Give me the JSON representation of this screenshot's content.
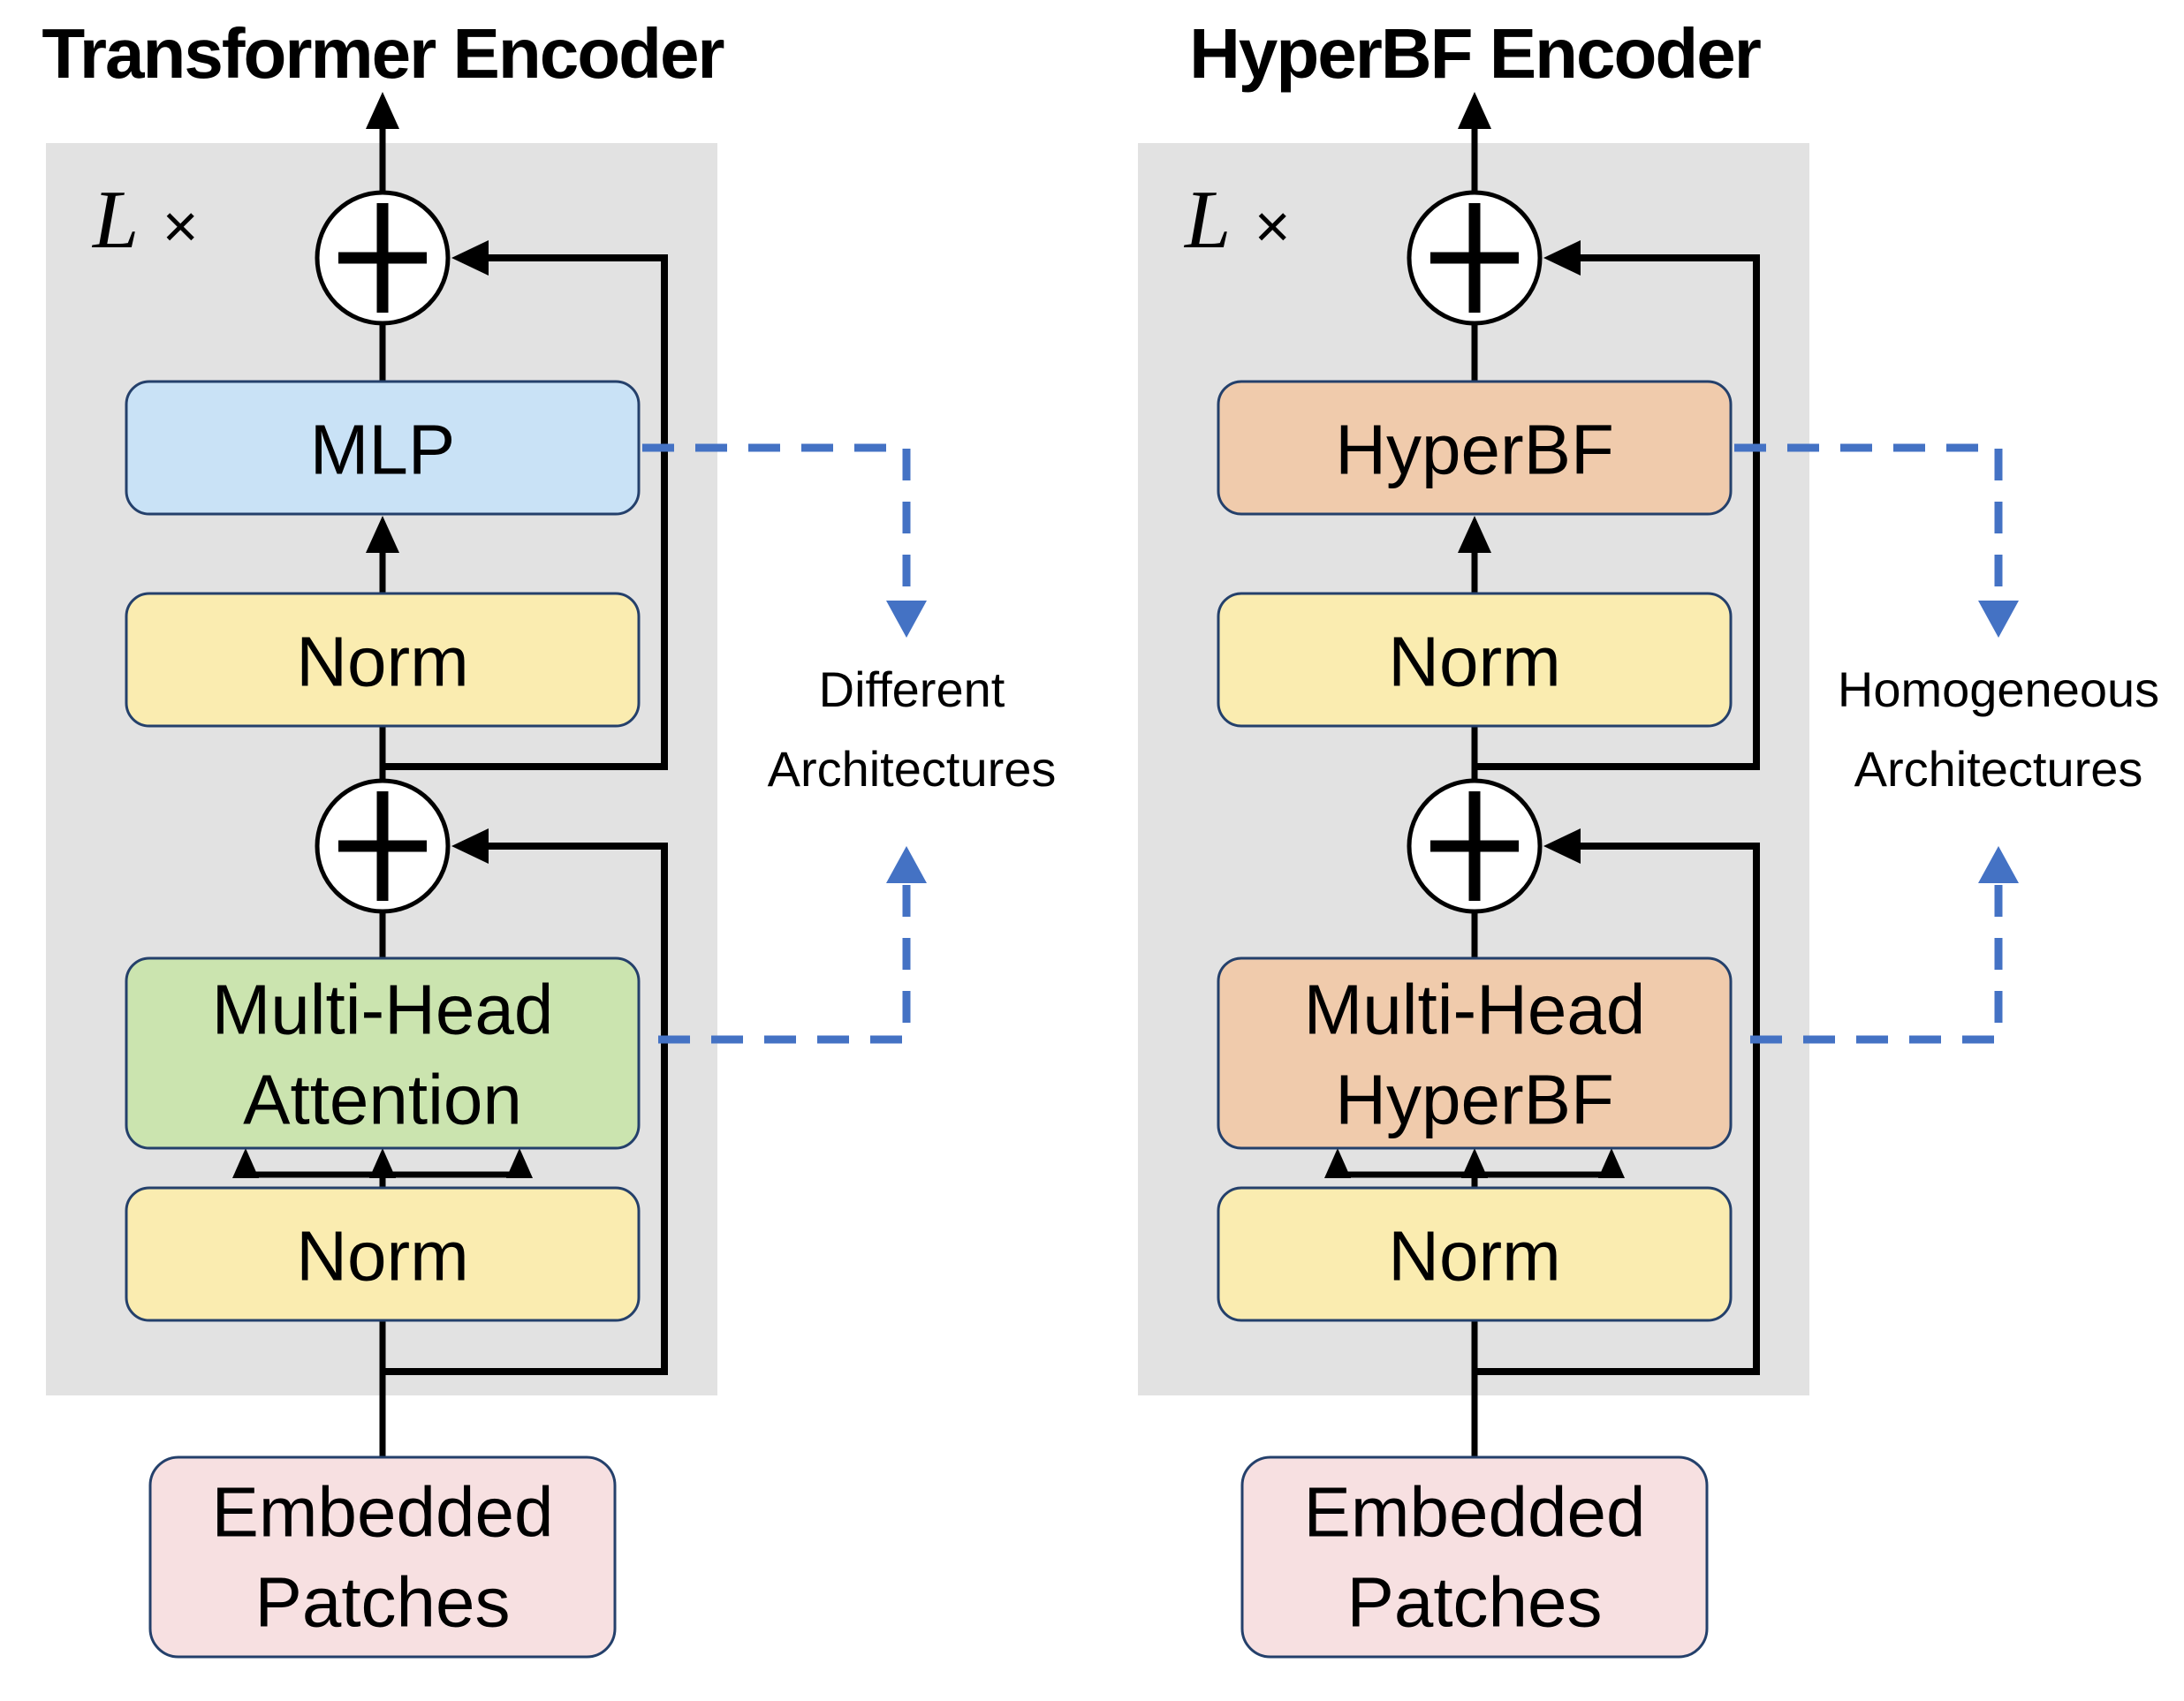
{
  "colors": {
    "panel_bg": "#E2E2E2",
    "mlp": "#C9E2F6",
    "norm": "#FAECB0",
    "attention": "#CBE4AF",
    "hyperbf": "#F0CBAC",
    "embedded": "#F7E0E1",
    "border": "#24406B",
    "dashed_blue": "#4472C4",
    "line_black": "#000000"
  },
  "left": {
    "title": "Transformer Encoder",
    "loop_l": "L",
    "loop_times": "×",
    "mlp": "MLP",
    "norm_top": "Norm",
    "mha_line1": "Multi-Head",
    "mha_line2": "Attention",
    "norm_bottom": "Norm",
    "embedded_line1": "Embedded",
    "embedded_line2": "Patches",
    "note_line1": "Different",
    "note_line2": "Architectures"
  },
  "right": {
    "title": "HyperBF Encoder",
    "loop_l": "L",
    "loop_times": "×",
    "ff": "HyperBF",
    "norm_top": "Norm",
    "mh_line1": "Multi-Head",
    "mh_line2": "HyperBF",
    "norm_bottom": "Norm",
    "embedded_line1": "Embedded",
    "embedded_line2": "Patches",
    "note_line1": "Homogeneous",
    "note_line2": "Architectures"
  }
}
